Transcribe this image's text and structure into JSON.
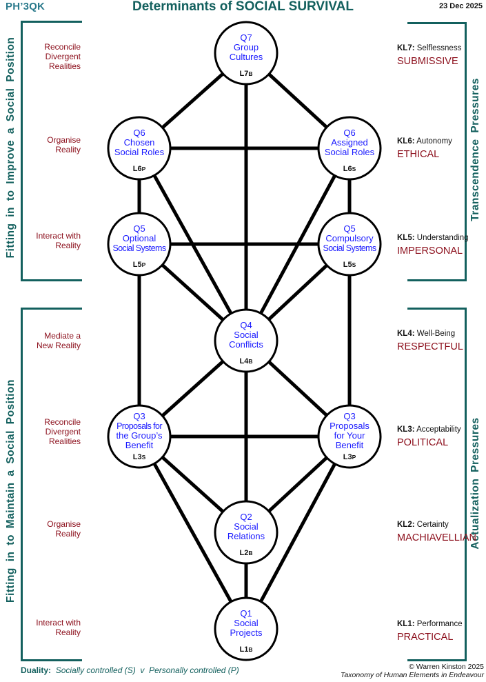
{
  "header": {
    "code": "PH’3QK",
    "title": "Determinants of SOCIAL SURVIVAL",
    "date": "23 Dec 2025"
  },
  "left_panels": [
    {
      "label": "Fitting in to Improve a Social Position",
      "notes": [
        "Reconcile\nDivergent\nRealities",
        "Organise\nReality",
        "Interact with\nReality"
      ]
    },
    {
      "label": "Fitting in to Maintain a Social Position",
      "notes": [
        "Mediate a\nNew Reality",
        "Reconcile\nDivergent\nRealities",
        "Organise\nReality",
        "Interact with\nReality"
      ]
    }
  ],
  "right_panels": [
    {
      "label": "Transcendence Pressures",
      "items": [
        {
          "code": "KL7:",
          "name": "Selflessness",
          "value": "SUBMISSIVE"
        },
        {
          "code": "KL6:",
          "name": "Autonomy",
          "value": "ETHICAL"
        },
        {
          "code": "KL5:",
          "name": "Understanding",
          "value": "IMPERSONAL"
        }
      ]
    },
    {
      "label": "Actualization Pressures",
      "items": [
        {
          "code": "KL4:",
          "name": "Well-Being",
          "value": "RESPECTFUL"
        },
        {
          "code": "KL3:",
          "name": "Acceptability",
          "value": "POLITICAL"
        },
        {
          "code": "KL2:",
          "name": "Certainty",
          "value": "MACHIAVELLIAN"
        },
        {
          "code": "KL1:",
          "name": "Performance",
          "value": "PRACTICAL"
        }
      ]
    }
  ],
  "nodes": [
    {
      "id": "q7",
      "q": "Q7",
      "lines": [
        "Group",
        "Cultures"
      ],
      "level": "L7",
      "sub": "B"
    },
    {
      "id": "q6p",
      "q": "Q6",
      "lines": [
        "Chosen",
        "Social Roles"
      ],
      "level": "L6",
      "sub": "P"
    },
    {
      "id": "q6s",
      "q": "Q6",
      "lines": [
        "Assigned",
        "Social Roles"
      ],
      "level": "L6",
      "sub": "S"
    },
    {
      "id": "q5p",
      "q": "Q5",
      "lines": [
        "Optional",
        "Social Systems"
      ],
      "level": "L5",
      "sub": "P"
    },
    {
      "id": "q5s",
      "q": "Q5",
      "lines": [
        "Compulsory",
        "Social Systems"
      ],
      "level": "L5",
      "sub": "S"
    },
    {
      "id": "q4",
      "q": "Q4",
      "lines": [
        "Social",
        "Conflicts"
      ],
      "level": "L4",
      "sub": "B"
    },
    {
      "id": "q3s",
      "q": "Q3",
      "lines": [
        "Proposals for",
        "the Group’s",
        "Benefit"
      ],
      "level": "L3",
      "sub": "S"
    },
    {
      "id": "q3p",
      "q": "Q3",
      "lines": [
        "Proposals",
        "for Your",
        "Benefit"
      ],
      "level": "L3",
      "sub": "P"
    },
    {
      "id": "q2",
      "q": "Q2",
      "lines": [
        "Social",
        "Relations"
      ],
      "level": "L2",
      "sub": "B"
    },
    {
      "id": "q1",
      "q": "Q1",
      "lines": [
        "Social",
        "Projects"
      ],
      "level": "L1",
      "sub": "B"
    }
  ],
  "edges": [
    [
      "q7",
      "q6p"
    ],
    [
      "q7",
      "q6s"
    ],
    [
      "q7",
      "q4"
    ],
    [
      "q6p",
      "q6s"
    ],
    [
      "q6p",
      "q5p"
    ],
    [
      "q6s",
      "q5s"
    ],
    [
      "q6p",
      "q4"
    ],
    [
      "q6s",
      "q4"
    ],
    [
      "q5p",
      "q5s"
    ],
    [
      "q5p",
      "q4"
    ],
    [
      "q5s",
      "q4"
    ],
    [
      "q5p",
      "q3s"
    ],
    [
      "q5s",
      "q3p"
    ],
    [
      "q4",
      "q3s"
    ],
    [
      "q4",
      "q3p"
    ],
    [
      "q4",
      "q2"
    ],
    [
      "q3s",
      "q3p"
    ],
    [
      "q3s",
      "q2"
    ],
    [
      "q3p",
      "q2"
    ],
    [
      "q3s",
      "q1"
    ],
    [
      "q3p",
      "q1"
    ],
    [
      "q2",
      "q1"
    ]
  ],
  "footer": {
    "duality_label": "Duality:",
    "duality_text": "Socially controlled (S)  v  Personally controlled (P)",
    "copyright": "© Warren Kinston 2025",
    "taxonomy": "Taxonomy of Human Elements in Endeavour"
  },
  "colors": {
    "teal": "#13605e",
    "maroon": "#8b0d1a",
    "node_text": "#1a1aff",
    "code": "#2b7a8c"
  }
}
